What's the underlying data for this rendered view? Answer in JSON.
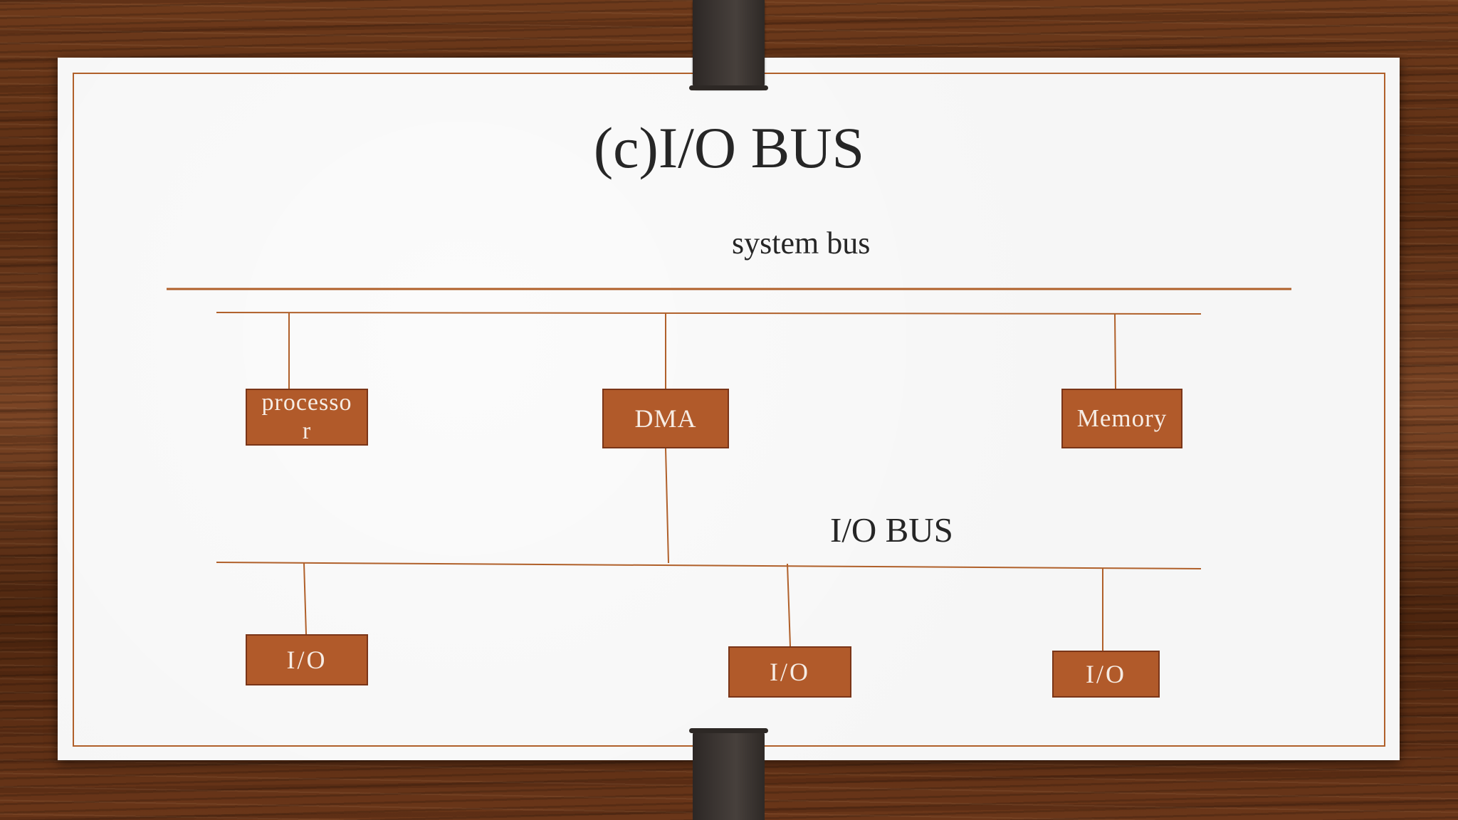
{
  "slide": {
    "title": "(c)I/O BUS",
    "system_bus_label": "system bus",
    "io_bus_label": "I/O BUS"
  },
  "nodes": {
    "processor": {
      "label_lines": [
        "processo",
        "r"
      ]
    },
    "dma": {
      "label": "DMA"
    },
    "memory": {
      "label": "Memory"
    },
    "io_1": {
      "label": "I/O"
    },
    "io_2": {
      "label": "I/O"
    },
    "io_3": {
      "label": "I/O"
    }
  },
  "colors": {
    "accent": "#b0602a",
    "box_fill": "#b15a2a",
    "box_border": "#7a3518",
    "box_text": "#f6ece4",
    "title_text": "#262626",
    "card": "#f6f6f6",
    "clip": "#3a3431"
  }
}
